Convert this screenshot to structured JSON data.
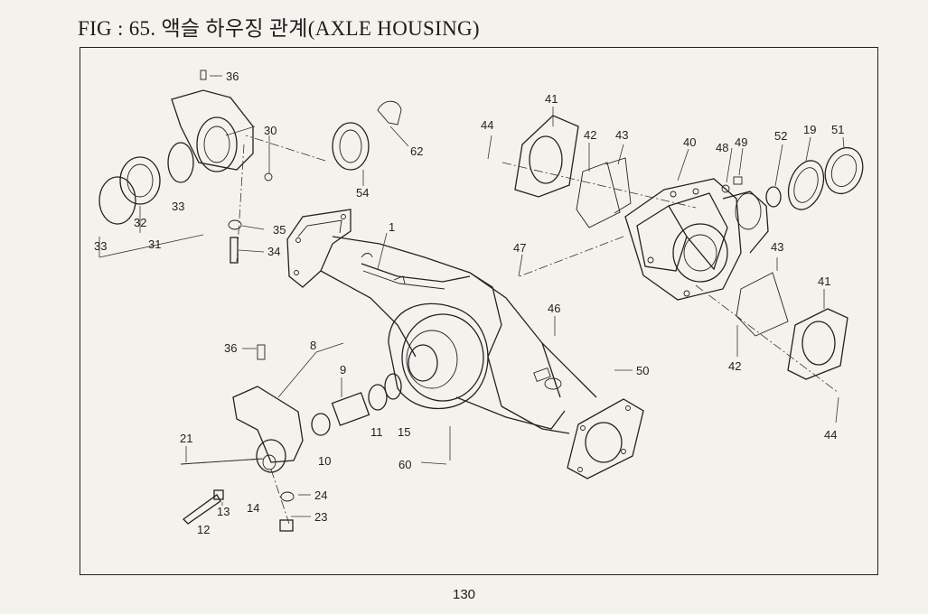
{
  "figure": {
    "title": "FIG : 65. 액슬 하우징 관계(AXLE HOUSING)",
    "page_number": "130"
  },
  "callouts": [
    "1",
    "8",
    "9",
    "10",
    "11",
    "12",
    "13",
    "14",
    "15",
    "19",
    "21",
    "23",
    "24",
    "30",
    "31",
    "32",
    "33",
    "33",
    "34",
    "35",
    "36",
    "36",
    "40",
    "41",
    "41",
    "42",
    "42",
    "43",
    "43",
    "44",
    "44",
    "46",
    "47",
    "48",
    "49",
    "50",
    "51",
    "52",
    "54",
    "60",
    "62"
  ]
}
